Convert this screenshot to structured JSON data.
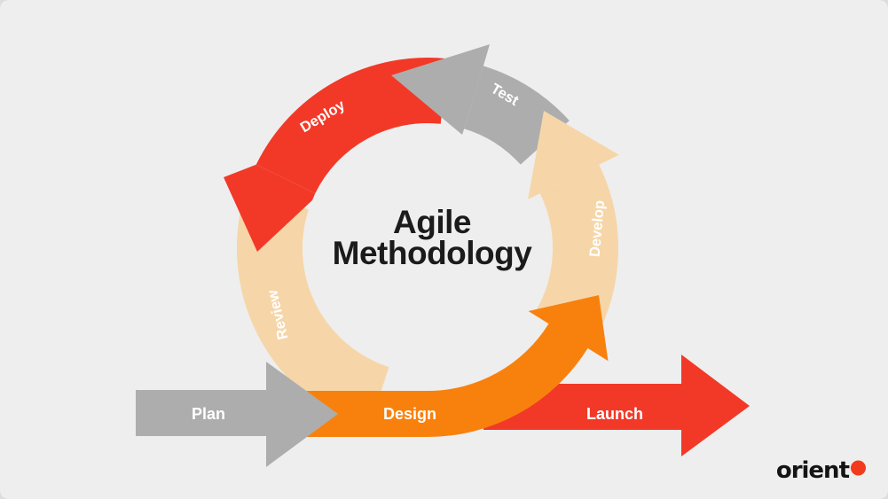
{
  "title": {
    "line1": "Agile",
    "line2": "Methodology"
  },
  "cycle": {
    "deploy": "Deploy",
    "test": "Test",
    "develop": "Develop",
    "review": "Review"
  },
  "process": {
    "plan": "Plan",
    "design": "Design",
    "launch": "Launch"
  },
  "logo": {
    "text": "orient"
  },
  "colors": {
    "background": "#EEEEEE",
    "red": "#F23928",
    "orange": "#F8810E",
    "tan": "#F6D6A8",
    "gray": "#ADADAD",
    "title_text": "#1B1B1B",
    "label_text": "#FFFFFF",
    "logo_text": "#141414",
    "logo_dot": "#F23A1D"
  }
}
